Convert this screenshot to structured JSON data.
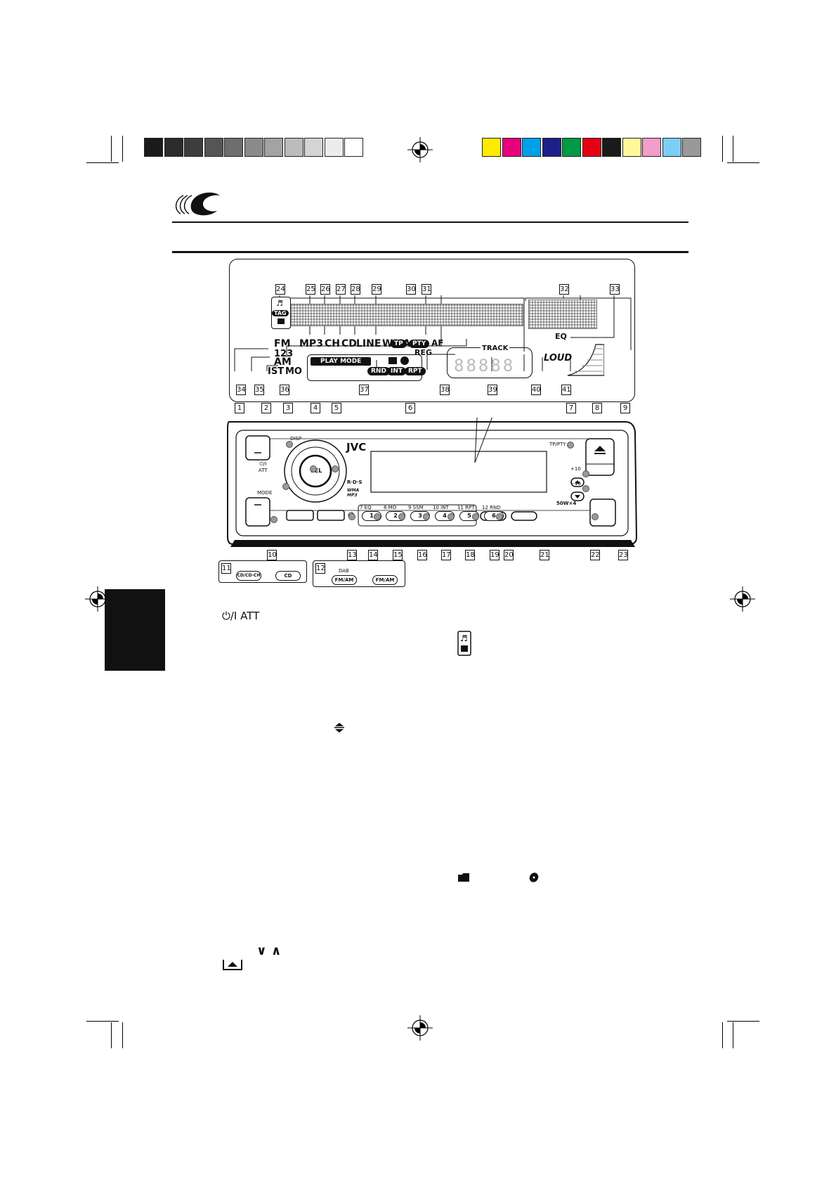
{
  "colors": {
    "grayscale": [
      "#1a1a1a",
      "#2b2b2b",
      "#3d3d3d",
      "#555555",
      "#6e6e6e",
      "#8a8a8a",
      "#a3a3a3",
      "#bcbcbc",
      "#d4d4d4",
      "#ececec",
      "#ffffff"
    ],
    "process": [
      "#ffeb00",
      "#e6007e",
      "#00a0e9",
      "#1d2088",
      "#009944",
      "#e60012",
      "#1a1a1a",
      "#fff799",
      "#f29ec8",
      "#7ecef4",
      "#999999"
    ],
    "side_tab": "#111111"
  },
  "display": {
    "indicators": {
      "mp3": "MP3",
      "ch": "CH",
      "cd": "CD",
      "line": "LINE",
      "wma": "WMA",
      "tp": "TP",
      "pty": "PTY",
      "af": "AF",
      "reg": "REG",
      "eq": "EQ",
      "track": "TRACK",
      "loud": "LOUD",
      "fm": "FM",
      "bank": "123",
      "am": "AM",
      "st": "IST",
      "mo": "MO",
      "tag": "TAG",
      "play_mode": "PLAY MODE",
      "rnd": "RND",
      "int": "INT",
      "rpt": "RPT"
    },
    "callouts_top": [
      "24",
      "25",
      "26",
      "27",
      "28",
      "29",
      "30",
      "31",
      "32",
      "33"
    ],
    "callouts_bottom": [
      "34",
      "35",
      "36",
      "37",
      "38",
      "39",
      "40",
      "41"
    ]
  },
  "unit": {
    "brand": "JVC",
    "callouts_top": [
      "1",
      "2",
      "3",
      "4",
      "5",
      "6",
      "7",
      "8",
      "9"
    ],
    "callouts_bottom": [
      "10",
      "13",
      "14",
      "15",
      "16",
      "17",
      "18",
      "19",
      "20",
      "21",
      "22",
      "23"
    ],
    "labels": {
      "power": "⏻/I\nATT",
      "disp": "DISP",
      "sel": "SEL",
      "rds": "R·D·S",
      "wma_mp3": "WMA\nMP3",
      "tppty": "TP/PTY",
      "plus10": "+10",
      "minus10": "−10",
      "power_spec": "50W×4",
      "mode": "MODE",
      "preset_labels": [
        "7  EQ",
        "8  MO",
        "9 SSM",
        "10 INT",
        "11 RPT",
        "12 RND"
      ],
      "preset_numbers": [
        "1",
        "2",
        "3",
        "4",
        "5",
        "6"
      ]
    }
  },
  "inset11": {
    "num": "11",
    "btn1": "CD/CD-CH",
    "btn2": "CD"
  },
  "inset12": {
    "num": "12",
    "dab": "DAB",
    "btn1": "FM/AM",
    "btn2": "FM/AM"
  },
  "text_fragments": {
    "power_att": "⏻/I ATT",
    "chevrons": "∨ ∧"
  }
}
